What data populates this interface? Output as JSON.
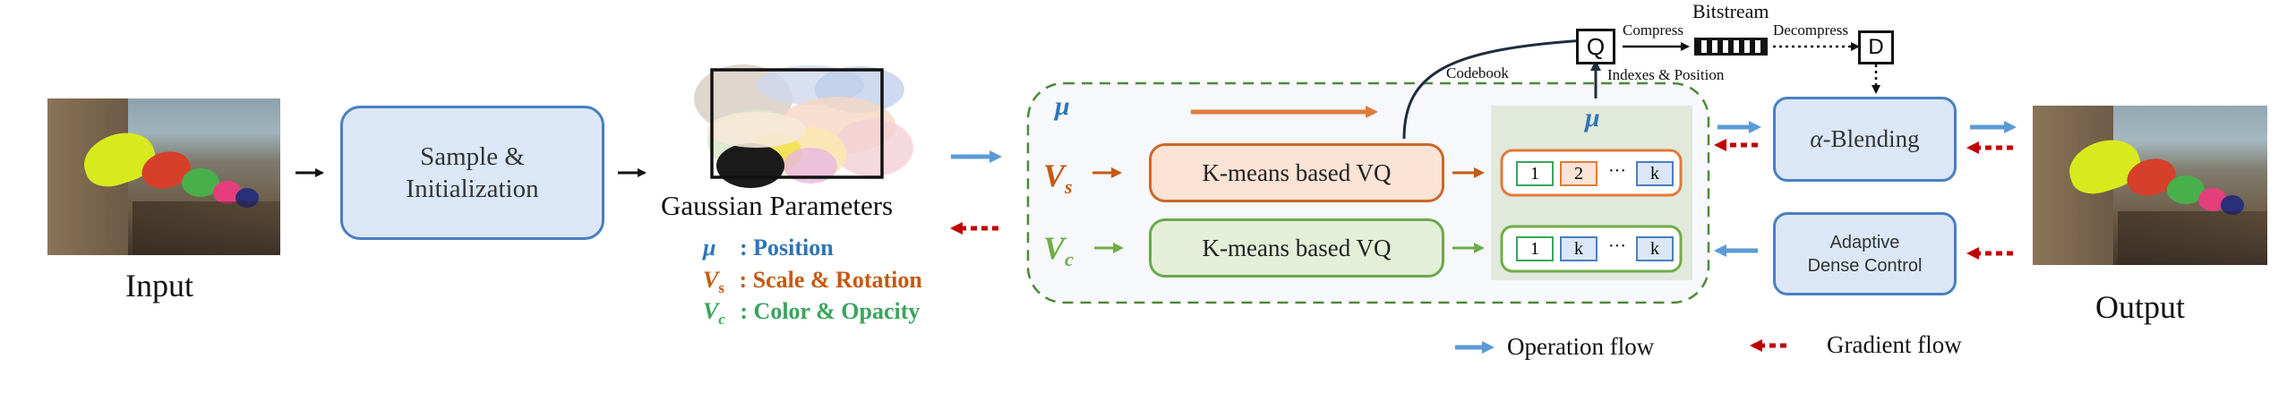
{
  "input_label": "Input",
  "output_label": "Output",
  "sample_box": {
    "line1": "Sample &",
    "line2": "Initialization"
  },
  "gaussian_title": "Gaussian Parameters",
  "legend_params": [
    {
      "symbol": "μ",
      "sub": "",
      "desc": ": Position",
      "color": "#2e75b6"
    },
    {
      "symbol": "V",
      "sub": "s",
      "desc": ": Scale & Rotation",
      "color": "#c55a11"
    },
    {
      "symbol": "V",
      "sub": "c",
      "desc": ": Color & Opacity",
      "color": "#3aa55c"
    }
  ],
  "vq_box_s": "K-means based VQ",
  "vq_box_c": "K-means based VQ",
  "mu_symbol": "μ",
  "vs_label": {
    "symbol": "V",
    "sub": "s"
  },
  "vc_label": {
    "symbol": "V",
    "sub": "c"
  },
  "codebook_label": "Codebook",
  "q_label": "Q",
  "d_label": "D",
  "compress_label": "Compress",
  "bitstream_label": "Bitstream",
  "decompress_label": "Decompress",
  "indexes_label": "Indexes & Position",
  "codebook_s_cells": [
    "1",
    "2",
    "···",
    "k"
  ],
  "codebook_c_cells": [
    "1",
    "k",
    "···",
    "k"
  ],
  "alpha_blending": {
    "symbol": "α",
    "text": "-Blending"
  },
  "adaptive_box": {
    "line1": "Adaptive",
    "line2": "Dense Control"
  },
  "legend_flow": {
    "operation": "Operation flow",
    "gradient": "Gradient flow"
  },
  "colors": {
    "blue": "#5b9bd5",
    "orange": "#e07b39",
    "green": "#70ad47",
    "red": "#c00000",
    "dark": "#1f2d3d"
  }
}
